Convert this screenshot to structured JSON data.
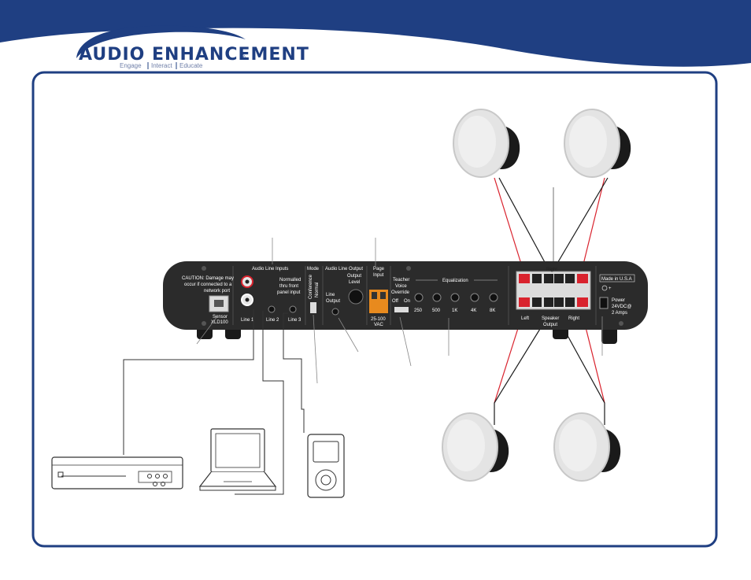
{
  "brand": {
    "name": "AUDIO ENHANCEMENT",
    "registered": "®",
    "tagline": [
      "Engage",
      "Interact",
      "Educate"
    ]
  },
  "panel": {
    "caution": [
      "CAUTION: Damage may",
      "occur if connected to a",
      "network port"
    ],
    "sensor": [
      "Sensor",
      "XLD100"
    ],
    "audio_line_inputs": "Audio Line Inputs",
    "normalled": [
      "Normalled",
      "thru front",
      "panel input"
    ],
    "line1": "Line 1",
    "line2": "Line 2",
    "line3": "Line 3",
    "mode": "Mode",
    "mode_options": [
      "Conference",
      "Normal"
    ],
    "audio_line_output": "Audio Line Output",
    "output_level": [
      "Output",
      "Level"
    ],
    "line_output": [
      "Line",
      "Output"
    ],
    "page_input": [
      "Page",
      "Input"
    ],
    "page_vac": [
      "25-100",
      "VAC"
    ],
    "teacher_voice": [
      "Teacher",
      "Voice",
      "Override"
    ],
    "override_off": "Off",
    "override_on": "On",
    "equalization": "Equalization",
    "eq_bands": [
      "250",
      "500",
      "1K",
      "4K",
      "8K"
    ],
    "speaker_left": "Left",
    "speaker_output": [
      "Speaker",
      "Output"
    ],
    "speaker_right": "Right",
    "speaker_top": "Right",
    "made_in": "Made in U.S.A",
    "power": [
      "Power",
      "24VDC@",
      "2 Amps"
    ]
  },
  "colors": {
    "navy": "#1f3f82",
    "frame": "#1f3f82",
    "panel": "#2b2b2b",
    "wire_red": "#d9232e",
    "wire_black": "#1a1a1a",
    "terminal_red": "#d9232e",
    "page_orange": "#e88a1e"
  }
}
